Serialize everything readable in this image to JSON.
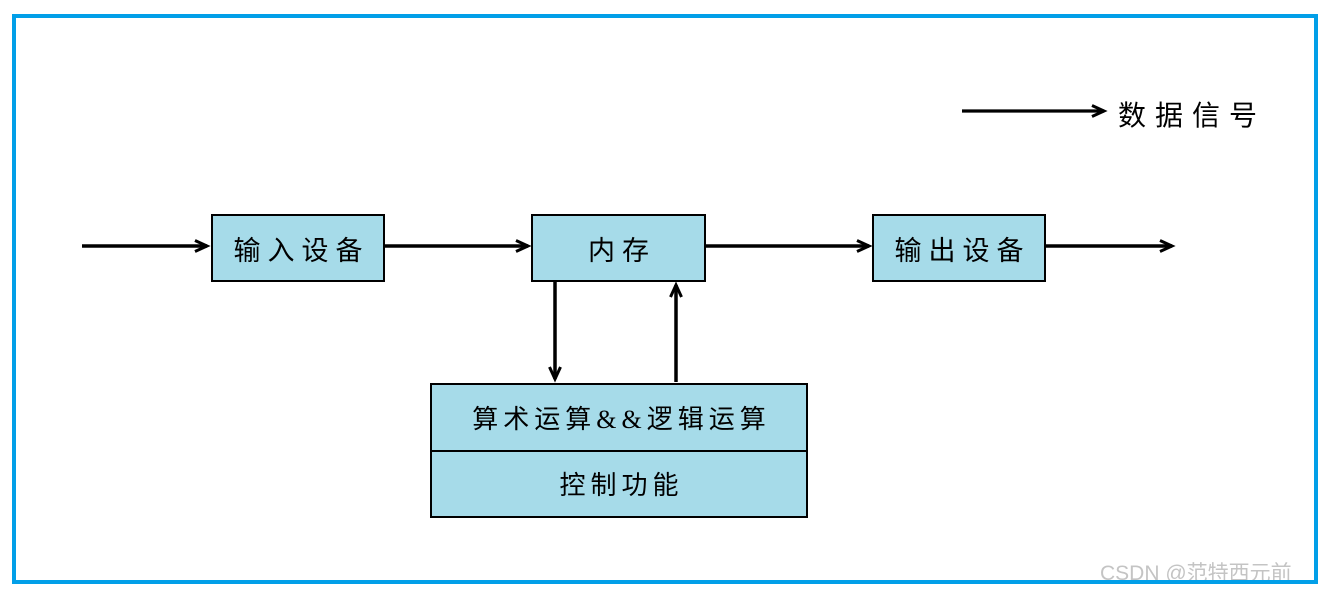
{
  "diagram": {
    "title_none": "",
    "legend": {
      "arrow_meaning_label": "数据信号"
    },
    "nodes": {
      "input": {
        "label": "输入设备"
      },
      "memory": {
        "label": "内存"
      },
      "output": {
        "label": "输出设备"
      },
      "alu": {
        "label": "算术运算&&逻辑运算"
      },
      "control": {
        "label": "控制功能"
      }
    },
    "edges": [
      {
        "from": "external-left",
        "to": "input",
        "type": "data-signal"
      },
      {
        "from": "input",
        "to": "memory",
        "type": "data-signal"
      },
      {
        "from": "memory",
        "to": "output",
        "type": "data-signal"
      },
      {
        "from": "output",
        "to": "external-right",
        "type": "data-signal"
      },
      {
        "from": "memory",
        "to": "alu",
        "type": "data-signal"
      },
      {
        "from": "alu",
        "to": "memory",
        "type": "data-signal"
      }
    ],
    "colors": {
      "node_fill": "#a6dbe9",
      "node_border": "#000000",
      "frame_border": "#029fe8",
      "arrow": "#000000",
      "watermark_text": "#c4c4c4"
    },
    "watermark": "CSDN @范特西元前"
  }
}
